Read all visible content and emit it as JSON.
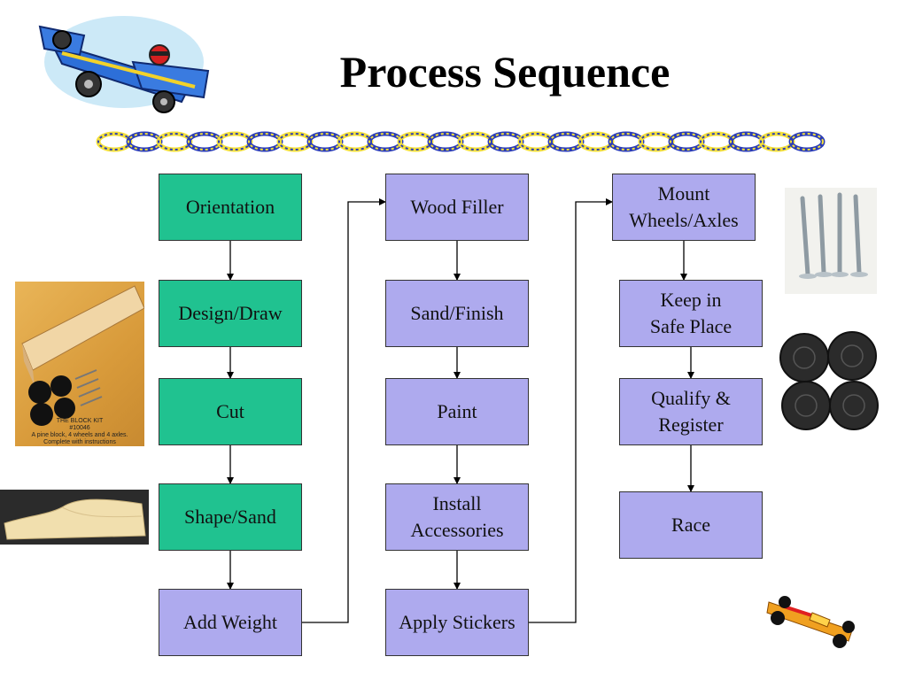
{
  "title": "Process Sequence",
  "colors": {
    "green": "#20c290",
    "purple": "#aeaaee",
    "chain_yellow": "#f4e03a",
    "chain_blue": "#2a3cb8"
  },
  "columns": [
    {
      "steps": [
        "Orientation",
        "Design/Draw",
        "Cut",
        "Shape/Sand",
        "Add Weight"
      ]
    },
    {
      "steps": [
        "Wood Filler",
        "Sand/Finish",
        "Paint",
        "Install\nAccessories",
        "Apply Stickers"
      ]
    },
    {
      "steps": [
        "Mount\nWheels/Axles",
        "Keep in\nSafe Place",
        "Qualify &\nRegister",
        "Race"
      ]
    }
  ],
  "images": {
    "block_kit_caption": [
      "THE BLOCK KIT",
      "#10046",
      "A pine block, 4 wheels and 4 axles.",
      "Complete with instructions"
    ]
  }
}
